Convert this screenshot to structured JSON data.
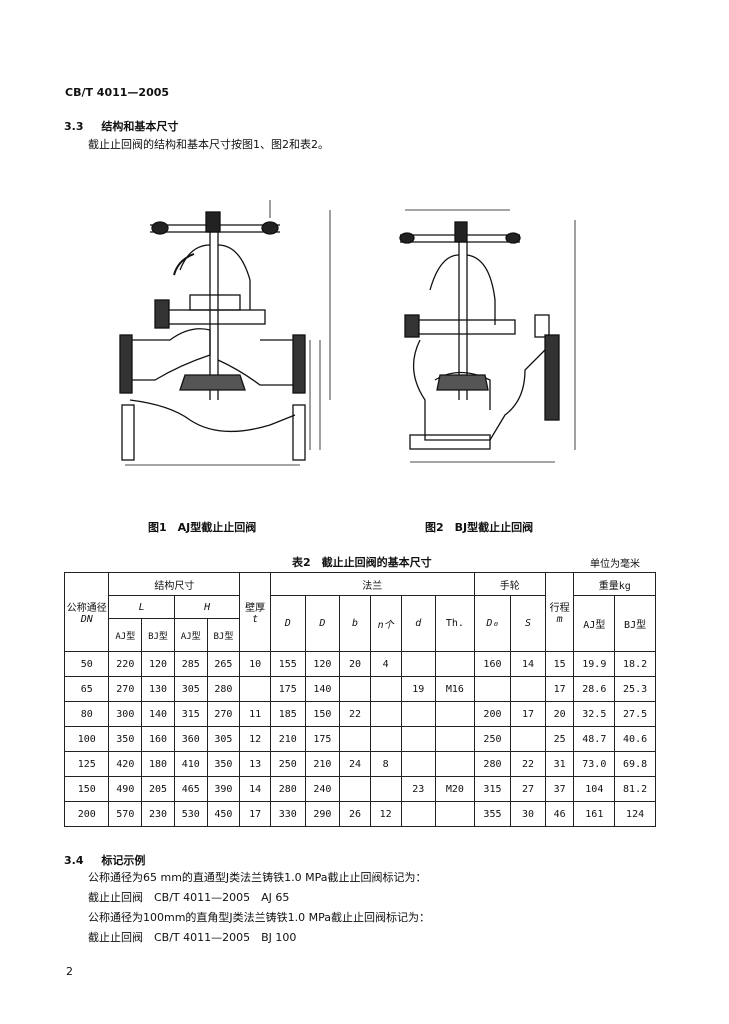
{
  "header": {
    "code": "CB/T 4011—2005"
  },
  "section33": {
    "number": "3.3",
    "title": "结构和基本尺寸",
    "body": "截止止回阀的结构和基本尺寸按图1、图2和表2。"
  },
  "figures": {
    "fig1_caption": "图1　AJ型截止止回阀",
    "fig2_caption": "图2　BJ型截止止回阀"
  },
  "table": {
    "title": "表2　截止止回阀的基本尺寸",
    "unit": "单位为毫米",
    "headers": {
      "dn": "公称通径",
      "dn_sym": "DN",
      "struct": "结构尺寸",
      "L": "L",
      "H": "H",
      "aj": "AJ型",
      "bj": "BJ型",
      "t": "壁厚",
      "t_sym": "t",
      "flange": "法兰",
      "D": "D",
      "D1": "D",
      "b": "b",
      "n": "n个",
      "d": "d",
      "th": "Th.",
      "wheel": "手轮",
      "D0": "D₀",
      "S": "S",
      "stroke": "行程",
      "m": "m",
      "weight": "重量kg",
      "w_aj": "AJ型",
      "w_bj": "BJ型"
    },
    "rows": [
      [
        "50",
        "220",
        "120",
        "285",
        "265",
        "10",
        "155",
        "120",
        "20",
        "4",
        "",
        "",
        "160",
        "14",
        "15",
        "19.9",
        "18.2"
      ],
      [
        "65",
        "270",
        "130",
        "305",
        "280",
        "",
        "175",
        "140",
        "",
        "",
        "19",
        "M16",
        "",
        "",
        "17",
        "28.6",
        "25.3"
      ],
      [
        "80",
        "300",
        "140",
        "315",
        "270",
        "11",
        "185",
        "150",
        "22",
        "",
        "",
        "",
        "200",
        "17",
        "20",
        "32.5",
        "27.5"
      ],
      [
        "100",
        "350",
        "160",
        "360",
        "305",
        "12",
        "210",
        "175",
        "",
        "",
        "",
        "",
        "250",
        "",
        "25",
        "48.7",
        "40.6"
      ],
      [
        "125",
        "420",
        "180",
        "410",
        "350",
        "13",
        "250",
        "210",
        "24",
        "8",
        "",
        "",
        "280",
        "22",
        "31",
        "73.0",
        "69.8"
      ],
      [
        "150",
        "490",
        "205",
        "465",
        "390",
        "14",
        "280",
        "240",
        "",
        "",
        "23",
        "M20",
        "315",
        "27",
        "37",
        "104",
        "81.2"
      ],
      [
        "200",
        "570",
        "230",
        "530",
        "450",
        "17",
        "330",
        "290",
        "26",
        "12",
        "",
        "",
        "355",
        "30",
        "46",
        "161",
        "124"
      ]
    ]
  },
  "section34": {
    "number": "3.4",
    "title": "标记示例",
    "line1": "公称通径为65 mm的直通型J类法兰铸铁1.0 MPa截止止回阀标记为：",
    "line2": "截止止回阀　CB/T 4011—2005　AJ 65",
    "line3": "公称通径为100mm的直角型J类法兰铸铁1.0 MPa截止止回阀标记为：",
    "line4": "截止止回阀　CB/T 4011—2005　BJ 100"
  },
  "page_number": "2"
}
